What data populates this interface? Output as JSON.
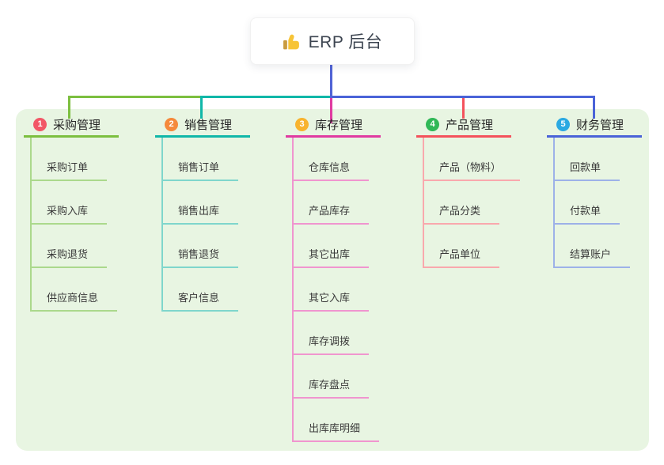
{
  "root": {
    "title": "ERP 后台",
    "icon": "thumbs-up-icon"
  },
  "branches": [
    {
      "num": "1",
      "title": "采购管理",
      "badge_color": "#f25767",
      "line_color": "#7cbf3f",
      "light_line_color": "#abd98c",
      "children": [
        "采购订单",
        "采购入库",
        "采购退货",
        "供应商信息"
      ]
    },
    {
      "num": "2",
      "title": "销售管理",
      "badge_color": "#f5893b",
      "line_color": "#10b7a8",
      "light_line_color": "#7fd6cc",
      "children": [
        "销售订单",
        "销售出库",
        "销售退货",
        "客户信息"
      ]
    },
    {
      "num": "3",
      "title": "库存管理",
      "badge_color": "#f8b32e",
      "line_color": "#e03ba1",
      "light_line_color": "#f095cf",
      "children": [
        "仓库信息",
        "产品库存",
        "其它出库",
        "其它入库",
        "库存调拨",
        "库存盘点",
        "出库库明细"
      ]
    },
    {
      "num": "4",
      "title": "产品管理",
      "badge_color": "#30b857",
      "line_color": "#f4525c",
      "light_line_color": "#f9a8ad",
      "children": [
        "产品（物料）",
        "产品分类",
        "产品单位"
      ]
    },
    {
      "num": "5",
      "title": "财务管理",
      "badge_color": "#2ba9e2",
      "line_color": "#4a63d8",
      "light_line_color": "#9db1e8",
      "children": [
        "回款单",
        "付款单",
        "结算账户"
      ]
    }
  ],
  "colors": {
    "panel_bg": "#e8f5e2",
    "root_stem": "#5063d6",
    "thumb_yellow": "#f7c437",
    "thumb_cuff": "#c99b3f"
  }
}
